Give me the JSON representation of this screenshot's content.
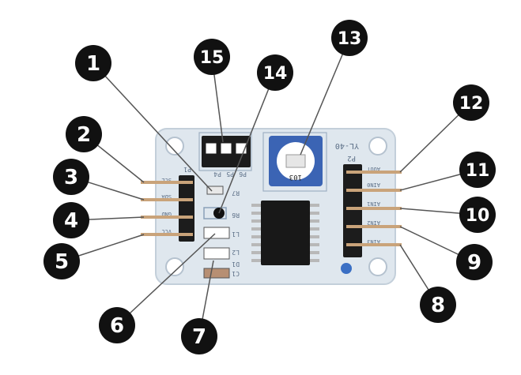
{
  "board": {
    "name": "YL-40",
    "silkscreen": {
      "p2": "P2",
      "p1": "P1",
      "p4": "P4",
      "p5": "P5",
      "p6": "P6",
      "r7": "R7",
      "r6": "R6",
      "l1": "L1",
      "l2": "L2",
      "c1": "C1",
      "d1": "D1",
      "aout": "AOUT",
      "ain0": "AIN0",
      "ain1": "AIN1",
      "ain2": "AIN2",
      "ain3": "AIN3",
      "scl": "SCL",
      "sda": "SDA",
      "gnd": "GND",
      "vcc": "VCC",
      "pot_marking": "103"
    }
  },
  "callouts": [
    "1",
    "2",
    "3",
    "4",
    "5",
    "6",
    "7",
    "8",
    "9",
    "10",
    "11",
    "12",
    "13",
    "14",
    "15"
  ],
  "colors": {
    "pcb": "#dfe7ee",
    "pcb_edge": "#c3cfda",
    "callout": "#111111",
    "pin": "#c9a37a",
    "header": "#1c1c1c",
    "pot_body": "#3b64b4",
    "chip": "#181818"
  }
}
